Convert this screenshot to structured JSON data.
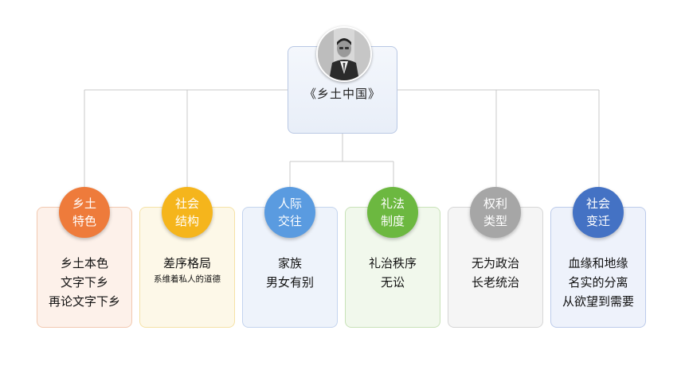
{
  "root": {
    "title": "《乡土中国》"
  },
  "categories": [
    {
      "label_line1": "乡土",
      "label_line2": "特色",
      "color": "#ee7b3b",
      "items": [
        "乡土本色",
        "文字下乡",
        "再论文字下乡"
      ]
    },
    {
      "label_line1": "社会",
      "label_line2": "结构",
      "color": "#f5b51c",
      "items": [
        "差序格局",
        "系维着私人的道德"
      ]
    },
    {
      "label_line1": "人际",
      "label_line2": "交往",
      "color": "#5a9be0",
      "items": [
        "家族",
        "男女有别"
      ]
    },
    {
      "label_line1": "礼法",
      "label_line2": "制度",
      "color": "#6cb840",
      "items": [
        "礼治秩序",
        "无讼"
      ]
    },
    {
      "label_line1": "权利",
      "label_line2": "类型",
      "color": "#a6a6a6",
      "items": [
        "无为政治",
        "长老统治"
      ]
    },
    {
      "label_line1": "社会",
      "label_line2": "变迁",
      "color": "#4472c4",
      "items": [
        "血缘和地缘",
        "名实的分离",
        "从欲望到需要"
      ]
    }
  ]
}
